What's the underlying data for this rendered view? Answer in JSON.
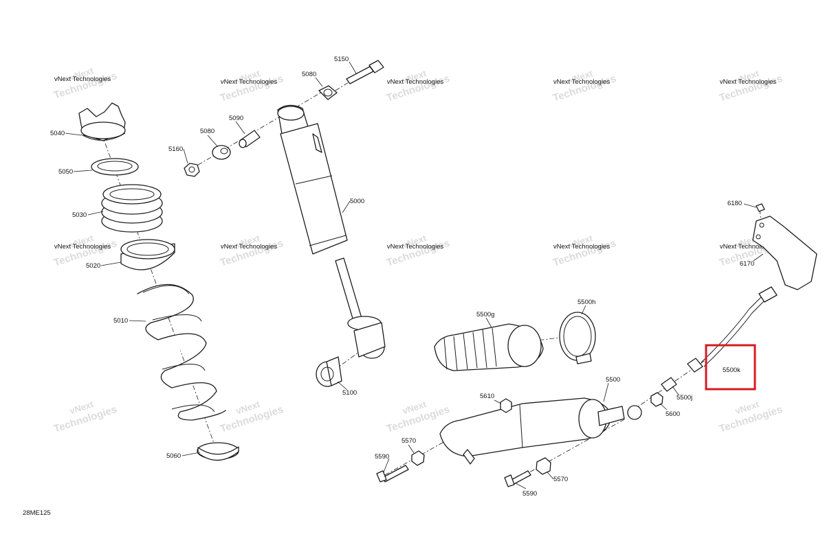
{
  "diagram_id": "28ME125",
  "highlight_color": "#d71920",
  "watermark": {
    "line1": "vNext",
    "line2": "Technologies"
  },
  "watermark_caption": "vNext Technologies",
  "labels": {
    "p5040": "5040",
    "p5050": "5050",
    "p5030": "5030",
    "p5020": "5020",
    "p5010": "5010",
    "p5060": "5060",
    "p5160": "5160",
    "p5080a": "5080",
    "p5090": "5090",
    "p5080b": "5080",
    "p5150": "5150",
    "p5000": "5000",
    "p5100": "5100",
    "p5500g": "5500g",
    "p5500h": "5500h",
    "p5500": "5500",
    "p5610": "5610",
    "p5570a": "5570",
    "p5590a": "5590",
    "p5590b": "5590",
    "p5570b": "5570",
    "p5500j": "5500j",
    "p5600": "5600",
    "p5500k": "5500k",
    "p6180": "6180",
    "p6170": "6170"
  }
}
